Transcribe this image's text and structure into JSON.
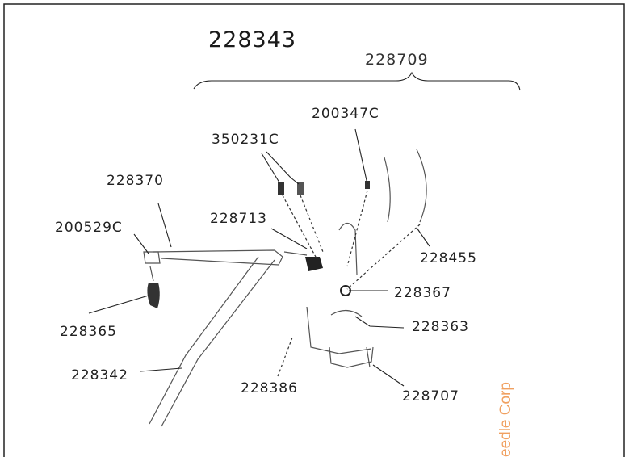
{
  "diagram": {
    "main_part": "228343",
    "assembly_part": "228709",
    "labels": {
      "p200347c": "200347C",
      "p350231c": "350231C",
      "p228370": "228370",
      "p200529c": "200529C",
      "p228713": "228713",
      "p228455": "228455",
      "p228367": "228367",
      "p228363": "228363",
      "p228365": "228365",
      "p228342": "228342",
      "p228386": "228386",
      "p228707": "228707"
    }
  },
  "watermark": "eedle Corp",
  "colors": {
    "watermark": "#f0a060",
    "border": "#222222"
  }
}
